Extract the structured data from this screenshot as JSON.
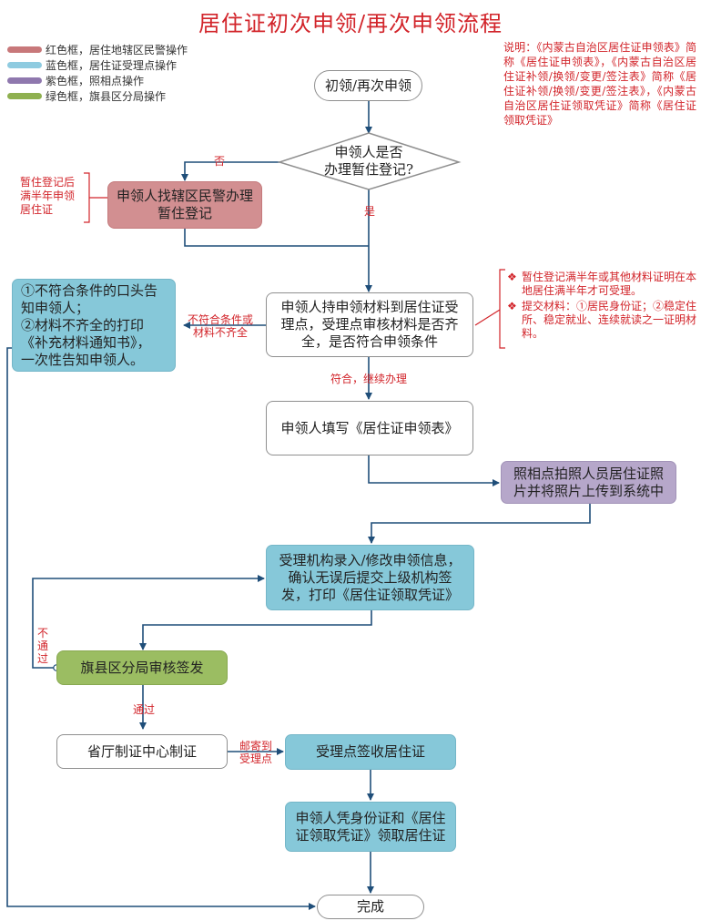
{
  "title": "居住证初次申领/再次申领流程",
  "legend": [
    {
      "color": "#c8787a",
      "label": "红色框，居住地辖区民警操作"
    },
    {
      "color": "#8fcbe0",
      "label": "蓝色框，居住证受理点操作"
    },
    {
      "color": "#8f78ae",
      "label": "紫色框，照相点操作"
    },
    {
      "color": "#8fb050",
      "label": "绿色框，旗县区分局操作"
    }
  ],
  "note": "说明：《内蒙古自治区居住证申领表》简称《居住证申领表》，《内蒙古自治区居住证补领/换领/变更/签注表》简称《居住证补领/换领/变更/签注表》，《内蒙古自治区居住证领取凭证》简称《居住证领取凭证》",
  "nodes": {
    "start": "初领/再次申领",
    "decision": "申领人是否\n办理暂住登记?",
    "register": "申领人找辖区民警办理\n暂住登记",
    "submit": "申领人持申领材料到居住证受\n理点，受理点审核材料是否齐\n全，是否符合申领条件",
    "reject": "①不符合条件的口头告\n知申领人；\n②材料不齐全的打印\n《补充材料通知书》，\n一次性告知申领人。",
    "fill": "申领人填写《居住证申领表》",
    "photo": "照相点拍照人员居住证照\n片并将照片上传到系统中",
    "entry": "受理机构录入/修改申领信息，\n确认无误后提交上级机构签\n发，打印《居住证领取凭证》",
    "review": "旗县区分局审核签发",
    "produce": "省厅制证中心制证",
    "receive": "受理点签收居住证",
    "pickup": "申领人凭身份证和《居住\n证领取凭证》领取居住证",
    "done": "完成"
  },
  "labels": {
    "no": "否",
    "yes": "是",
    "not_meet": "不符合条件或\n材料不齐全",
    "meet": "符合，继续办理",
    "not_pass": "不\n通\n过",
    "pass": "通过",
    "mail": "邮寄到\n受理点"
  },
  "side_notes": {
    "left": "暂住登记后\n满半年申领\n居住证",
    "right_1": "暂住登记满半年或其他材料证明在本地居住满半年才可受理。",
    "right_2": "提交材料：①居民身份证；②稳定住所、稳定就业、连续就读之一证明材料。",
    "bullet": "❖"
  },
  "colors": {
    "arrow": "#1f4e79",
    "red_text": "#d2242a",
    "red_box": "#d28f91",
    "blue_box": "#86c8d9",
    "purple_box": "#b6a7ca",
    "green_box": "#9bbd62"
  }
}
